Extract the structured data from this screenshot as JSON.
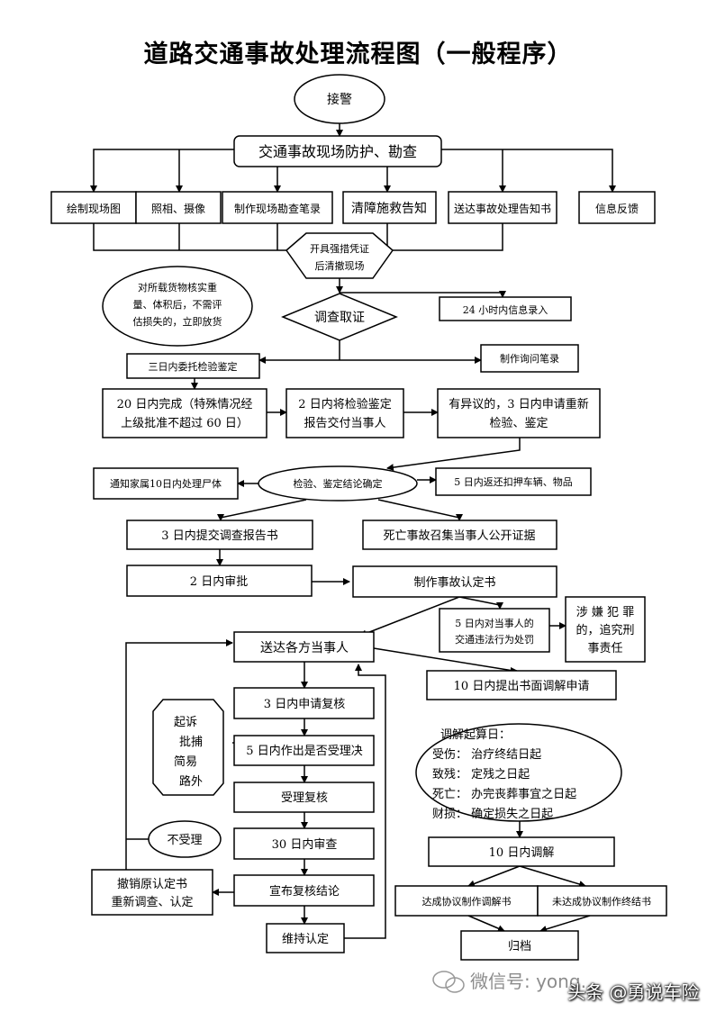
{
  "title": "道路交通事故处理流程图（一般程序）",
  "nodes": {
    "jiejing": "接警",
    "xianchang": "交通事故现场防护、勘查",
    "huizhi": "绘制现场图",
    "zhaoxiang": "照相、摄像",
    "bilu": "制作现场勘查笔录",
    "qingzhang": "清障施救告知",
    "songda_gaozhi": "送达事故处理告知书",
    "xinxi": "信息反馈",
    "kaiju_1": "开具强措凭证",
    "kaiju_2": "后清撤现场",
    "huowu": [
      "对所载货物核实重",
      "量、体积后，不需评",
      "估损失的，立即放货"
    ],
    "diaocha": "调查取证",
    "luru": "24 小时内信息录入",
    "xunwen": "制作询问笔录",
    "weituo": "三日内委托检验鉴定",
    "wancheng": [
      "20 日内完成（特殊情况经",
      "上级批准不超过 60 日）"
    ],
    "jiaofu": [
      "2 日内将检验鉴定",
      "报告交付当事人"
    ],
    "yiyi": [
      "有异议的，3 日内申请重新",
      "检验、鉴定"
    ],
    "shiti": "通知家属10日内处理尸体",
    "jielun": "检验、鉴定结论确定",
    "fanhuan": "5 日内返还扣押车辆、物品",
    "baogaoshu": "3 日内提交调查报告书",
    "siwang": "死亡事故召集当事人公开证据",
    "shenpi": "2 日内审批",
    "rendingshu": "制作事故认定书",
    "chufa": [
      "5 日内对当事人的",
      "交通违法行为处罚"
    ],
    "fanzui": [
      "涉 嫌 犯 罪",
      "的，追究刑",
      "事责任"
    ],
    "songda": "送达各方当事人",
    "tiaojie_shenqing": "10 日内提出书面调解申请",
    "fuhe": "3 日内申请复核",
    "qisu": [
      "起诉",
      "批捕",
      "简易",
      "路外"
    ],
    "shouli_jueding": "5 日内作出是否受理决",
    "qisuan": [
      "调解起算日：",
      "受伤：  治疗终结日起",
      "致残：  定残之日起",
      "死亡：  办完丧葬事宜之日起",
      "财损：  确定损失之日起"
    ],
    "shouli": "受理复核",
    "bushouli": "不受理",
    "shencha": "30 日内审查",
    "tiaojie": "10 日内调解",
    "chexiao": [
      "撤销原认定书",
      "重新调查、认定"
    ],
    "xuanbu": "宣布复核结论",
    "dacheng": "达成协议制作调解书",
    "weidacheng": "未达成协议制作终结书",
    "weichi": "维持认定",
    "guidang": "归档"
  },
  "watermark": {
    "wechat": "微信号: yong…",
    "toutiao": "头条 @勇说车险"
  }
}
